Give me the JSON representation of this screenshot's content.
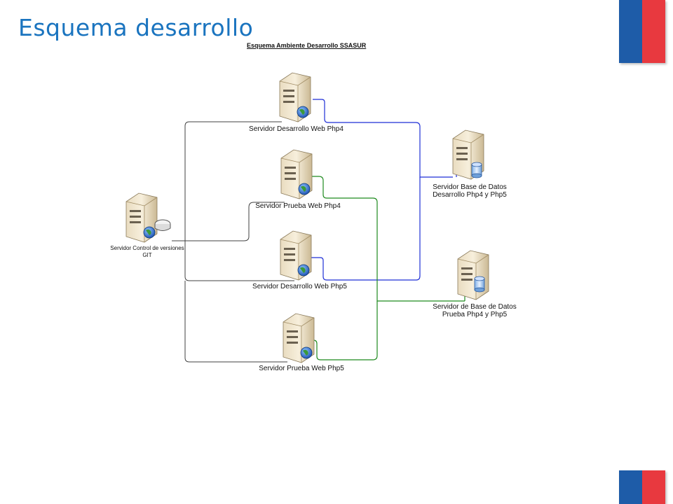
{
  "slide": {
    "title": "Esquema desarrollo"
  },
  "colors": {
    "title": "#1a74bf",
    "flag_blue": "#1e5ca8",
    "flag_red": "#e8393f",
    "line_blue": "#1f2fd6",
    "line_green": "#1e8a1e",
    "line_black": "#404040"
  },
  "diagram": {
    "title": "Esquema Ambiente Desarrollo SSASUR",
    "nodes": [
      {
        "id": "git",
        "icon": "server-disk-icon",
        "label_lines": [
          "Servidor Control de versiones",
          "GIT"
        ]
      },
      {
        "id": "dev4",
        "icon": "web-server-icon",
        "label_lines": [
          "Servidor Desarrollo Web Php4"
        ]
      },
      {
        "id": "test4",
        "icon": "web-server-icon",
        "label_lines": [
          "Servidor Prueba Web Php4"
        ]
      },
      {
        "id": "dev5",
        "icon": "web-server-icon",
        "label_lines": [
          "Servidor Desarrollo Web Php5"
        ]
      },
      {
        "id": "test5",
        "icon": "web-server-icon",
        "label_lines": [
          "Servidor Prueba Web Php5"
        ]
      },
      {
        "id": "db-dev",
        "icon": "database-server-icon",
        "label_lines": [
          "Servidor Base de Datos",
          "Desarrollo Php4 y Php5"
        ]
      },
      {
        "id": "db-test",
        "icon": "database-server-icon",
        "label_lines": [
          "Servidor de Base de Datos",
          "Prueba Php4 y Php5"
        ]
      }
    ]
  }
}
